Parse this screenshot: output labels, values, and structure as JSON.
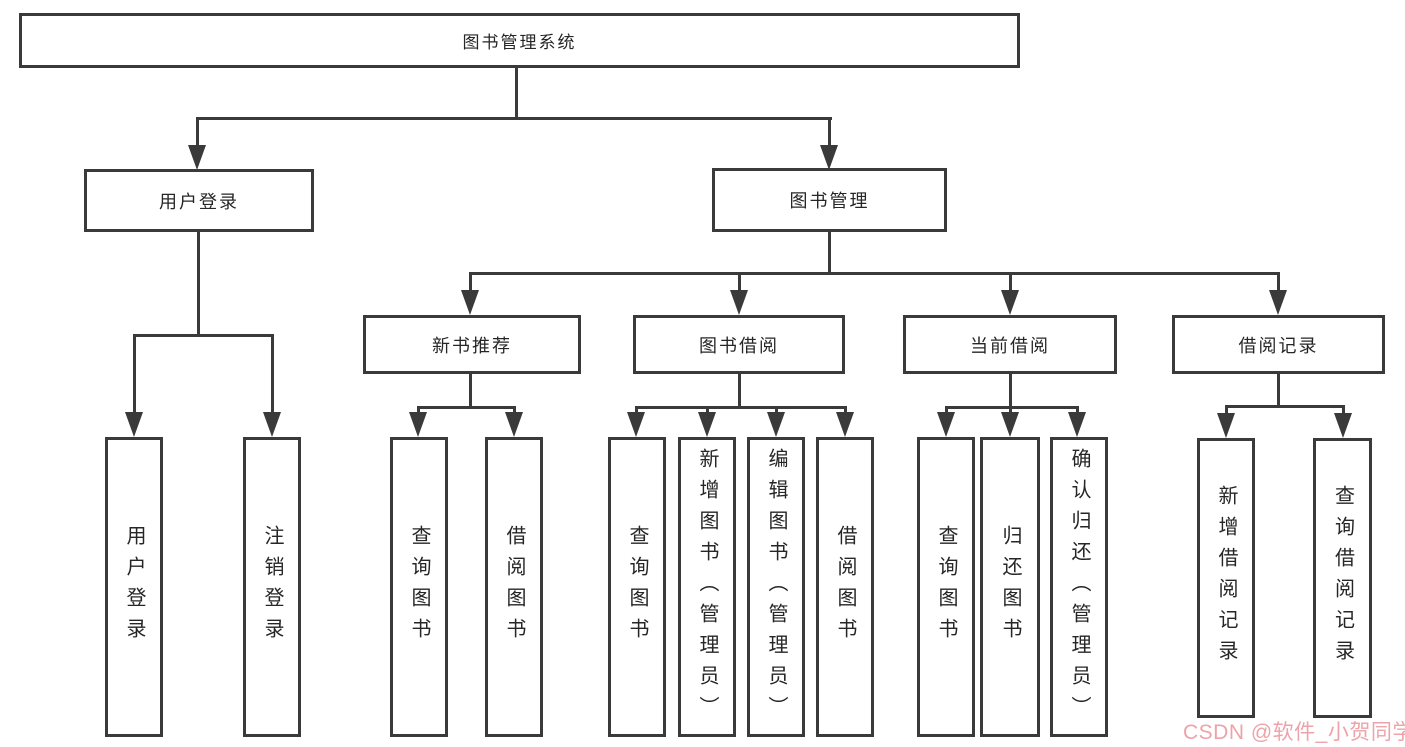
{
  "diagram": {
    "type": "tree",
    "nodes": {
      "root": {
        "label": "图书管理系统"
      },
      "level2": [
        {
          "label": "用户登录",
          "parent": "图书管理系统"
        },
        {
          "label": "图书管理",
          "parent": "图书管理系统"
        }
      ],
      "level3": [
        {
          "label": "新书推荐",
          "parent": "图书管理"
        },
        {
          "label": "图书借阅",
          "parent": "图书管理"
        },
        {
          "label": "当前借阅",
          "parent": "图书管理"
        },
        {
          "label": "借阅记录",
          "parent": "图书管理"
        }
      ],
      "leaves": [
        {
          "label": "用户登录",
          "parent": "用户登录"
        },
        {
          "label": "注销登录",
          "parent": "用户登录"
        },
        {
          "label": "查询图书",
          "parent": "新书推荐"
        },
        {
          "label": "借阅图书",
          "parent": "新书推荐"
        },
        {
          "label": "查询图书",
          "parent": "图书借阅"
        },
        {
          "label": "新增图书（管理员）",
          "parent": "图书借阅"
        },
        {
          "label": "编辑图书（管理员）",
          "parent": "图书借阅"
        },
        {
          "label": "借阅图书",
          "parent": "图书借阅"
        },
        {
          "label": "查询图书",
          "parent": "当前借阅"
        },
        {
          "label": "归还图书",
          "parent": "当前借阅"
        },
        {
          "label": "确认归还（管理员）",
          "parent": "当前借阅"
        },
        {
          "label": "新增借阅记录",
          "parent": "借阅记录"
        },
        {
          "label": "查询借阅记录",
          "parent": "借阅记录"
        }
      ]
    }
  },
  "watermark": {
    "text": "CSDN @软件_小贺同学"
  },
  "colors": {
    "line": "#3a3a3a",
    "text": "#262626",
    "box_fill": "#ffffff",
    "background": "#ffffff",
    "watermark": "#eda3a9"
  }
}
